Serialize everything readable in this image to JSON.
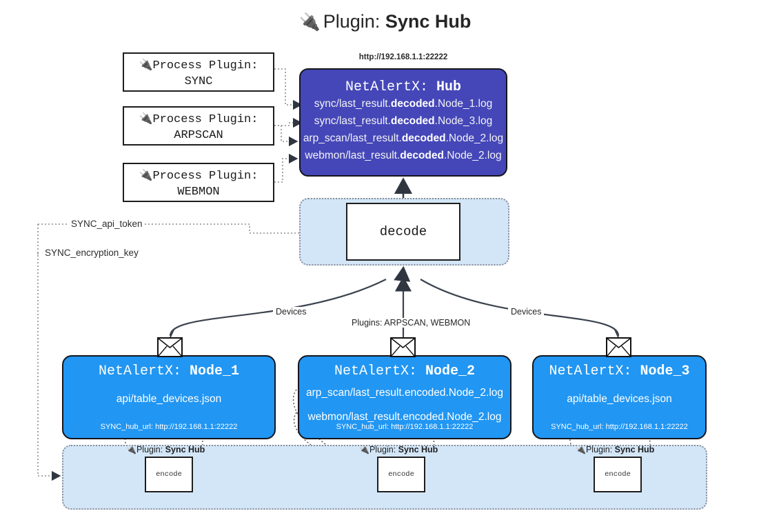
{
  "title": {
    "icon": "plug-icon",
    "prefix": "Plugin:",
    "name": "Sync Hub"
  },
  "process_plugins": [
    {
      "icon": "plug-icon",
      "label": "Process Plugin:",
      "name": "SYNC"
    },
    {
      "icon": "plug-icon",
      "label": "Process Plugin:",
      "name": "ARPSCAN"
    },
    {
      "icon": "plug-icon",
      "label": "Process Plugin:",
      "name": "WEBMON"
    }
  ],
  "hub": {
    "url": "http://192.168.1.1:22222",
    "title_prefix": "NetAlertX:",
    "title_name": "Hub",
    "logs": [
      {
        "pre": "sync/last_result.",
        "mid": "decoded",
        "post": ".Node_1.log"
      },
      {
        "pre": "sync/last_result.",
        "mid": "decoded",
        "post": ".Node_3.log"
      },
      {
        "pre": "arp_scan/last_result.",
        "mid": "decoded",
        "post": ".Node_2.log"
      },
      {
        "pre": "webmon/last_result.",
        "mid": "decoded",
        "post": ".Node_2.log"
      }
    ]
  },
  "decode": {
    "label": "decode"
  },
  "settings": {
    "api_token": "SYNC_api_token",
    "encryption_key": "SYNC_encryption_key"
  },
  "edge_labels": {
    "devices_left": "Devices",
    "devices_right": "Devices",
    "plugins_center": "Plugins: ARPSCAN, WEBMON"
  },
  "nodes": [
    {
      "title_prefix": "NetAlertX:",
      "title_name": "Node_1",
      "lines": [
        "api/table_devices.json"
      ],
      "url_key": "SYNC_hub_url:",
      "url_value": "http://192.168.1.1:22222",
      "envelope": "envelope-icon"
    },
    {
      "title_prefix": "NetAlertX:",
      "title_name": "Node_2",
      "lines": [
        "arp_scan/last_result.encoded.Node_2.log",
        "webmon/last_result.encoded.Node_2.log"
      ],
      "url_key": "SYNC_hub_url:",
      "url_value": "http://192.168.1.1:22222",
      "envelope": "envelope-icon"
    },
    {
      "title_prefix": "NetAlertX:",
      "title_name": "Node_3",
      "lines": [
        "api/table_devices.json"
      ],
      "url_key": "SYNC_hub_url:",
      "url_value": "http://192.168.1.1:22222",
      "envelope": "envelope-icon"
    }
  ],
  "band": {
    "plugin_prefix": "Plugin:",
    "plugin_name": "Sync Hub",
    "encode_label": "encode"
  },
  "colors": {
    "hub_fill": "#4547b8",
    "node_fill": "#2196f3",
    "panel_fill": "#d3e6f8",
    "stroke": "#1d1d1d",
    "dotted": "#8a8f96"
  }
}
